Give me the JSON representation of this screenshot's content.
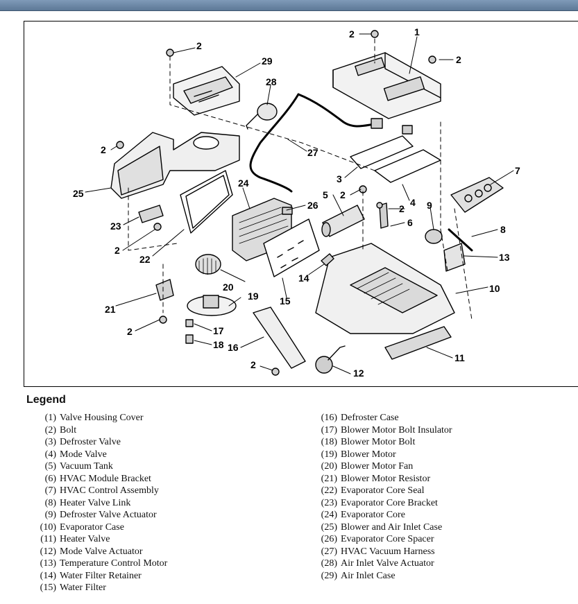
{
  "diagram": {
    "callouts": [
      "1",
      "2",
      "2",
      "2",
      "2",
      "2",
      "2",
      "2",
      "2",
      "2",
      "3",
      "4",
      "5",
      "6",
      "7",
      "8",
      "9",
      "10",
      "11",
      "12",
      "13",
      "14",
      "15",
      "16",
      "17",
      "18",
      "19",
      "20",
      "21",
      "22",
      "23",
      "24",
      "25",
      "26",
      "27",
      "28",
      "29"
    ]
  },
  "legend": {
    "title": "Legend",
    "left_items": [
      {
        "num": "(1)",
        "label": "Valve Housing Cover"
      },
      {
        "num": "(2)",
        "label": "Bolt"
      },
      {
        "num": "(3)",
        "label": "Defroster Valve"
      },
      {
        "num": "(4)",
        "label": "Mode Valve"
      },
      {
        "num": "(5)",
        "label": "Vacuum Tank"
      },
      {
        "num": "(6)",
        "label": "HVAC Module Bracket"
      },
      {
        "num": "(7)",
        "label": "HVAC Control Assembly"
      },
      {
        "num": "(8)",
        "label": "Heater Valve Link"
      },
      {
        "num": "(9)",
        "label": "Defroster Valve Actuator"
      },
      {
        "num": "(10)",
        "label": "Evaporator Case"
      },
      {
        "num": "(11)",
        "label": "Heater Valve"
      },
      {
        "num": "(12)",
        "label": "Mode Valve Actuator"
      },
      {
        "num": "(13)",
        "label": "Temperature Control Motor"
      },
      {
        "num": "(14)",
        "label": "Water Filter Retainer"
      },
      {
        "num": "(15)",
        "label": "Water Filter"
      }
    ],
    "right_items": [
      {
        "num": "(16)",
        "label": "Defroster Case"
      },
      {
        "num": "(17)",
        "label": "Blower Motor Bolt Insulator"
      },
      {
        "num": "(18)",
        "label": "Blower Motor Bolt"
      },
      {
        "num": "(19)",
        "label": "Blower Motor"
      },
      {
        "num": "(20)",
        "label": "Blower Motor Fan"
      },
      {
        "num": "(21)",
        "label": "Blower Motor Resistor"
      },
      {
        "num": "(22)",
        "label": "Evaporator Core Seal"
      },
      {
        "num": "(23)",
        "label": "Evaporator Core Bracket"
      },
      {
        "num": "(24)",
        "label": "Evaporator Core"
      },
      {
        "num": "(25)",
        "label": "Blower and Air Inlet Case"
      },
      {
        "num": "(26)",
        "label": "Evaporator Core Spacer"
      },
      {
        "num": "(27)",
        "label": "HVAC Vacuum Harness"
      },
      {
        "num": "(28)",
        "label": "Air Inlet Valve Actuator"
      },
      {
        "num": "(29)",
        "label": "Air Inlet Case"
      }
    ]
  }
}
